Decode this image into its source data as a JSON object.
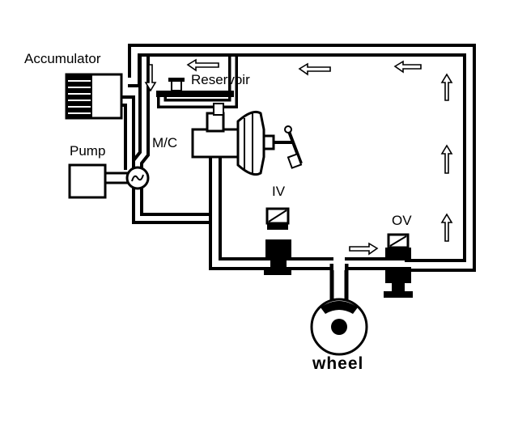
{
  "labels": {
    "accumulator": "Accumulator",
    "reservoir": "Reservoir",
    "mc": "M/C",
    "pump": "Pump",
    "iv": "IV",
    "ov": "OV",
    "wheel": "wheel"
  },
  "colors": {
    "ink": "#000000",
    "paper": "#ffffff"
  }
}
